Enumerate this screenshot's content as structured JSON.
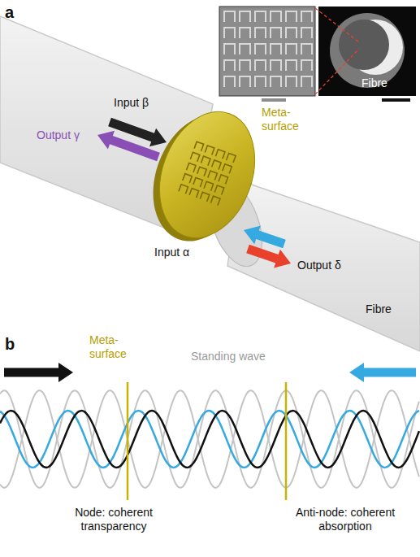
{
  "diagram": {
    "labels": [
      "a",
      "Input β",
      "Output γ",
      "Meta-surface",
      "Fibre",
      "Input α",
      "Output δ",
      "Fibre",
      "b",
      "Meta-surface",
      "Standing wave",
      "Node: coherent transparency",
      "Anti-node: coherent absorption"
    ]
  }
}
